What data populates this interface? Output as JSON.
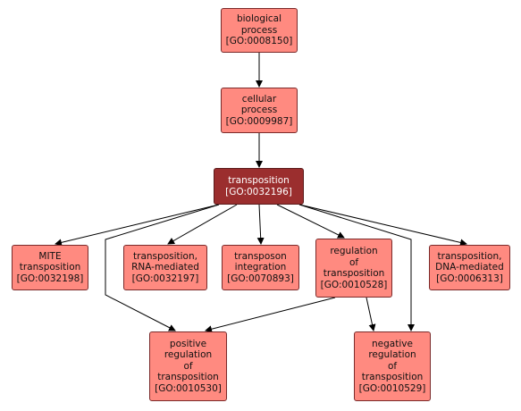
{
  "nodes": {
    "biological_process": {
      "lines": [
        "biological",
        "process",
        "[GO:0008150]"
      ]
    },
    "cellular_process": {
      "lines": [
        "cellular",
        "process",
        "[GO:0009987]"
      ]
    },
    "transposition": {
      "lines": [
        "transposition",
        "[GO:0032196]"
      ]
    },
    "mite_transposition": {
      "lines": [
        "MITE",
        "transposition",
        "[GO:0032198]"
      ]
    },
    "transposition_rna": {
      "lines": [
        "transposition,",
        "RNA-mediated",
        "[GO:0032197]"
      ]
    },
    "transposon_integration": {
      "lines": [
        "transposon",
        "integration",
        "[GO:0070893]"
      ]
    },
    "regulation_of_transposition": {
      "lines": [
        "regulation",
        "of",
        "transposition",
        "[GO:0010528]"
      ]
    },
    "transposition_dna": {
      "lines": [
        "transposition,",
        "DNA-mediated",
        "[GO:0006313]"
      ]
    },
    "positive_regulation": {
      "lines": [
        "positive",
        "regulation",
        "of",
        "transposition",
        "[GO:0010530]"
      ]
    },
    "negative_regulation": {
      "lines": [
        "negative",
        "regulation",
        "of",
        "transposition",
        "[GO:0010529]"
      ]
    }
  },
  "colors": {
    "node_fill": "#ff8a80",
    "focus_fill": "#9b2e2e",
    "edge": "#000000"
  }
}
